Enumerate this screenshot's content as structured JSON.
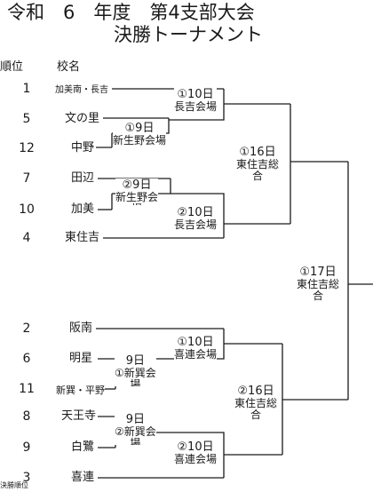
{
  "title": {
    "line1": "令和　6　年度　第4支部大会",
    "line2": "決勝トーナメント"
  },
  "headers": {
    "rank": "順位",
    "school": "校名"
  },
  "teams": [
    {
      "rank": "1",
      "name": "加美南・長吉"
    },
    {
      "rank": "5",
      "name": "文の里"
    },
    {
      "rank": "12",
      "name": "中野"
    },
    {
      "rank": "7",
      "name": "田辺"
    },
    {
      "rank": "10",
      "name": "加美"
    },
    {
      "rank": "4",
      "name": "東住吉"
    },
    {
      "rank": "2",
      "name": "阪南"
    },
    {
      "rank": "6",
      "name": "明星"
    },
    {
      "rank": "11",
      "name": "新巽・平野"
    },
    {
      "rank": "8",
      "name": "天王寺"
    },
    {
      "rank": "9",
      "name": "白鷺"
    },
    {
      "rank": "3",
      "name": "喜連"
    }
  ],
  "matches": {
    "m1": {
      "day": "①9日",
      "venue": "新生野会場"
    },
    "m2": {
      "day": "②9日",
      "venue": "新生野会",
      "extra": "場"
    },
    "m3": {
      "day": "①10日",
      "venue": "長吉会場"
    },
    "m4": {
      "day": "②10日",
      "venue": "長吉会場"
    },
    "m5": {
      "day": "①16日",
      "venue": "東住吉総",
      "extra": "合"
    },
    "m6": {
      "day": "9日",
      "venue": "①新巽会",
      "extra": "場"
    },
    "m7": {
      "day": "9日",
      "venue": "②新巽会",
      "extra": "場"
    },
    "m8": {
      "day": "①10日",
      "venue": "喜連会場"
    },
    "m9": {
      "day": "②10日",
      "venue": "喜連会場"
    },
    "m10": {
      "day": "②16日",
      "venue": "東住吉総",
      "extra": "合"
    },
    "final": {
      "day": "①17日",
      "venue": "東住吉総",
      "extra": "合"
    }
  },
  "footer": "決勝順位"
}
